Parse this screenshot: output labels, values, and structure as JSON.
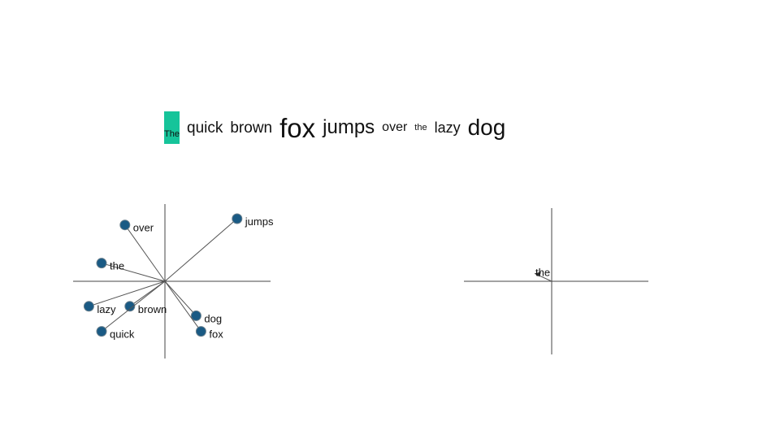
{
  "sentence": {
    "words": [
      {
        "text": "The",
        "size": 11,
        "highlight": true
      },
      {
        "text": "quick",
        "size": 19
      },
      {
        "text": "brown",
        "size": 19
      },
      {
        "text": "fox",
        "size": 33
      },
      {
        "text": "jumps",
        "size": 24
      },
      {
        "text": "over",
        "size": 16
      },
      {
        "text": "the",
        "size": 11
      },
      {
        "text": "lazy",
        "size": 18
      },
      {
        "text": "dog",
        "size": 28
      }
    ],
    "highlight_color": "#16c49a"
  },
  "plots": {
    "marker_color": "#1a5a84",
    "left": {
      "vectors": [
        {
          "label": "over",
          "x": -0.41,
          "y": 0.9
        },
        {
          "label": "jumps",
          "x": 0.74,
          "y": 1.0
        },
        {
          "label": "the",
          "x": -0.65,
          "y": 0.29
        },
        {
          "label": "lazy",
          "x": -0.78,
          "y": -0.4
        },
        {
          "label": "brown",
          "x": -0.36,
          "y": -0.4
        },
        {
          "label": "dog",
          "x": 0.32,
          "y": -0.55
        },
        {
          "label": "quick",
          "x": -0.65,
          "y": -0.8
        },
        {
          "label": "fox",
          "x": 0.37,
          "y": -0.8
        }
      ]
    },
    "right": {
      "vectors": [
        {
          "label": "the",
          "x": -0.2,
          "y": 0.08
        }
      ]
    }
  }
}
